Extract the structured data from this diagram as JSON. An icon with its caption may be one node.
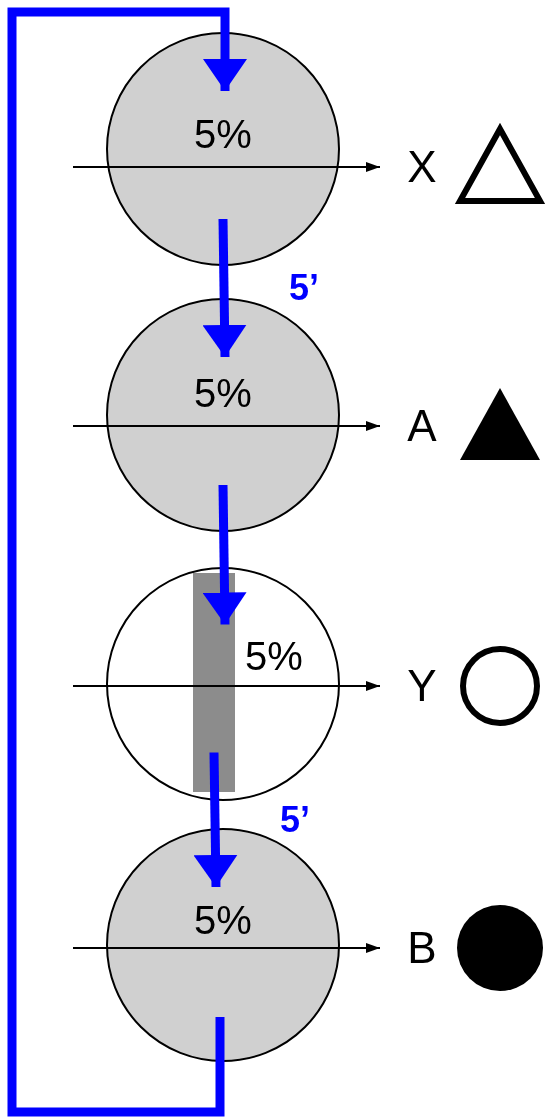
{
  "diagram": {
    "nodes": [
      {
        "text": [
          "5%"
        ]
      },
      {
        "text": [
          "5%"
        ]
      },
      {
        "text": [
          "5%"
        ]
      },
      {
        "text": [
          "5%"
        ]
      },
      {
        "text": [
          "X"
        ]
      },
      {
        "text": [
          "A"
        ]
      },
      {
        "text": [
          "Y"
        ]
      },
      {
        "text": [
          "B"
        ]
      },
      {
        "text": [],
        "shape": "bar",
        "in": 2
      }
    ],
    "edges": [
      {
        "from": 0,
        "to": 1,
        "arrow": "to",
        "label": "5’",
        "style": "thick",
        "color": "#0000ff"
      },
      {
        "from": 1,
        "to": 8,
        "arrow": "to",
        "style": "thick",
        "color": "#0000ff"
      },
      {
        "from": 8,
        "to": 3,
        "arrow": "to",
        "label": "5’",
        "style": "thick",
        "color": "#0000ff"
      },
      {
        "from": 3,
        "to": 0,
        "arrow": "to",
        "style": "thick",
        "color": "#0000ff"
      },
      {
        "from": null,
        "to": 4,
        "arrow": "to",
        "color": "#000000"
      },
      {
        "from": null,
        "to": 5,
        "arrow": "to",
        "color": "#000000"
      },
      {
        "from": null,
        "to": 6,
        "arrow": "to",
        "color": "#000000"
      },
      {
        "from": null,
        "to": 7,
        "arrow": "to",
        "color": "#000000"
      }
    ]
  }
}
